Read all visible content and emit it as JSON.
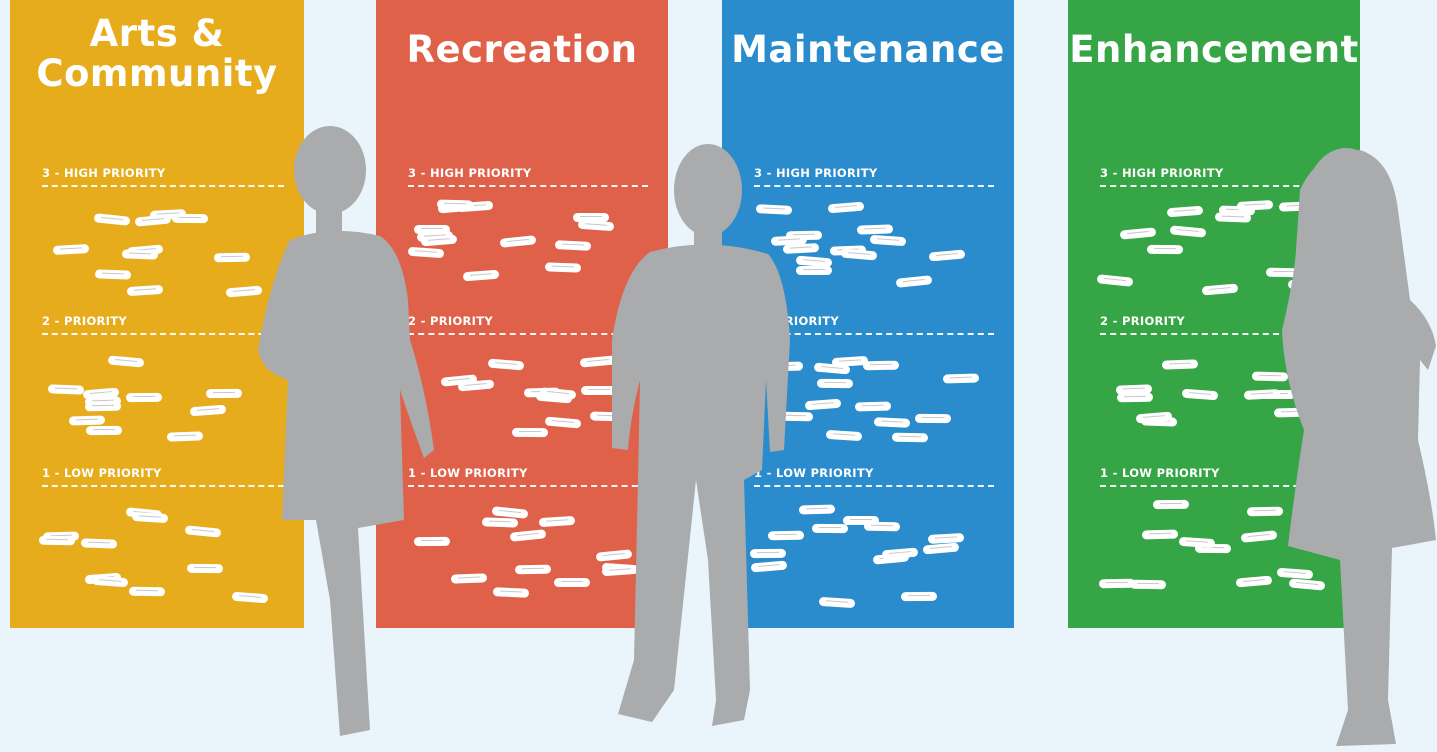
{
  "colors": {
    "background": "#eaf5fb",
    "silhouette": "#a9abad",
    "card": "#ffffff"
  },
  "boards": [
    {
      "title": "Arts &\nCommunity",
      "color": "#e6ac1c",
      "tiers": [
        "3 - HIGH PRIORITY",
        "2 - PRIORITY",
        "1 - LOW PRIORITY"
      ]
    },
    {
      "title": "Recreation",
      "color": "#df614a",
      "tiers": [
        "3 - HIGH PRIORITY",
        "2 - PRIORITY",
        "1 - LOW PRIORITY"
      ]
    },
    {
      "title": "Maintenance",
      "color": "#2a8ccc",
      "tiers": [
        "3 - HIGH PRIORITY",
        "2 - PRIORITY",
        "1 - LOW PRIORITY"
      ]
    },
    {
      "title": "Enhancement",
      "color": "#35a546",
      "tiers": [
        "3 - HIGH PRIORITY",
        "2 - PRIORITY",
        "1 - LOW PRIORITY"
      ]
    }
  ]
}
